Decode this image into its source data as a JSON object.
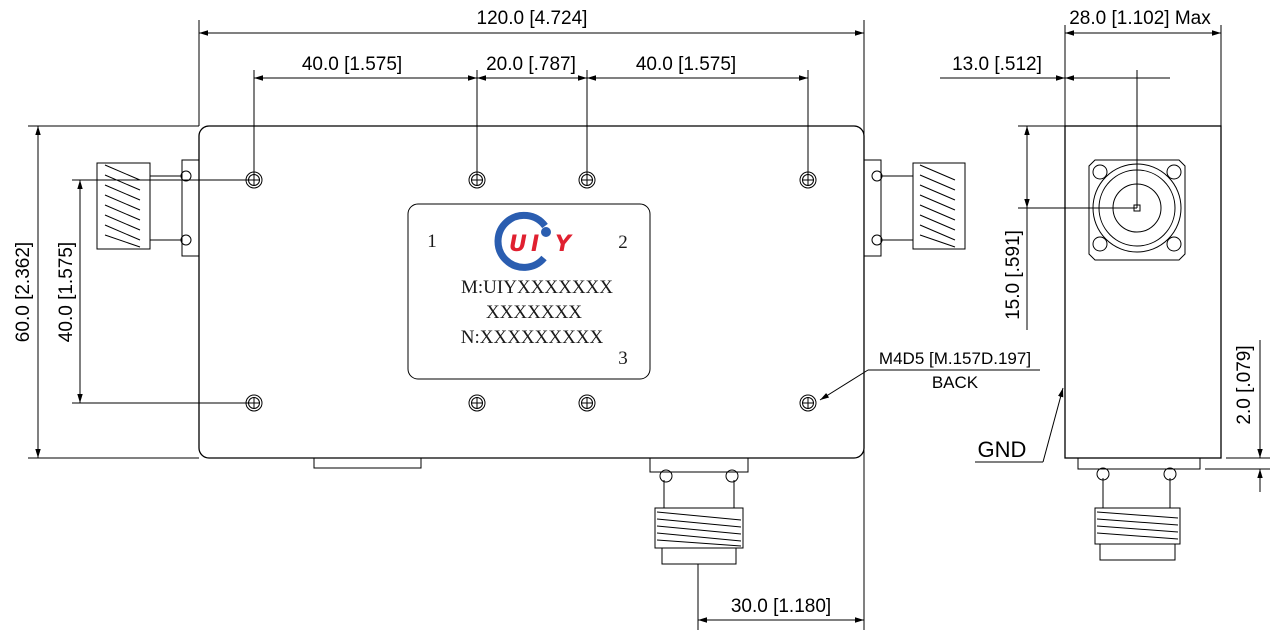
{
  "front_view": {
    "dims": {
      "overall_length": "120.0 [4.724]",
      "hole_spacing_left": "40.0 [1.575]",
      "hole_spacing_middle": "20.0 [.787]",
      "hole_spacing_right": "40.0 [1.575]",
      "overall_height": "60.0 [2.362]",
      "hole_spacing_vertical": "40.0 [1.575]",
      "port3_offset": "30.0 [1.180]"
    },
    "mounting_note": {
      "thread": "M4D5 [M.157D.197]",
      "side": "BACK"
    },
    "label": {
      "port1": "1",
      "port2": "2",
      "port3": "3",
      "model_line1": "M:UIYXXXXXXX",
      "model_line2": "XXXXXXX",
      "serial": "N:XXXXXXXXX",
      "logo_text": "UIY",
      "logo_colors": {
        "ring": "#2a5db0",
        "letters": "#e02030"
      }
    }
  },
  "side_view": {
    "dims": {
      "max_thickness": "28.0 [1.102] Max",
      "connector_offset_horizontal": "13.0 [.512]",
      "connector_offset_vertical": "15.0 [.591]",
      "base_step": "2.0 [.079]"
    },
    "gnd_label": "GND"
  }
}
